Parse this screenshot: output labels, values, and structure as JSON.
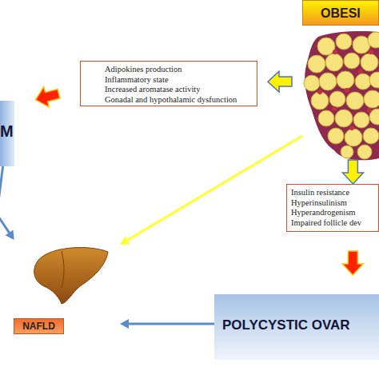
{
  "diagram": {
    "nodes": [
      {
        "text": [
          "OBESI"
        ]
      },
      {
        "text": [
          "Adipokines production",
          "Inflammatory state",
          "Increased aromatase activity",
          "Gonadal and hypothalamic dysfunction"
        ]
      },
      {
        "text": [
          "M"
        ]
      },
      {
        "text": [
          "Insulin resistance",
          "Hyperinsulinism",
          "Hyperandrogenism",
          "Impaired follicle dev"
        ]
      },
      {
        "text": [
          "POLYCYSTIC OVAR"
        ]
      },
      {
        "text": [
          "NAFLD"
        ]
      }
    ],
    "edges": [
      {
        "from": 0,
        "to": 1,
        "arrow": "to"
      },
      {
        "from": 1,
        "to": 2,
        "arrow": "to"
      },
      {
        "from": 0,
        "to": 3,
        "arrow": "to"
      },
      {
        "from": 3,
        "to": 4,
        "arrow": "to"
      },
      {
        "from": 0,
        "to": 5,
        "arrow": "to"
      },
      {
        "from": 4,
        "to": 5,
        "arrow": "to"
      },
      {
        "from": 2,
        "to": 5,
        "arrow": "to"
      }
    ]
  }
}
